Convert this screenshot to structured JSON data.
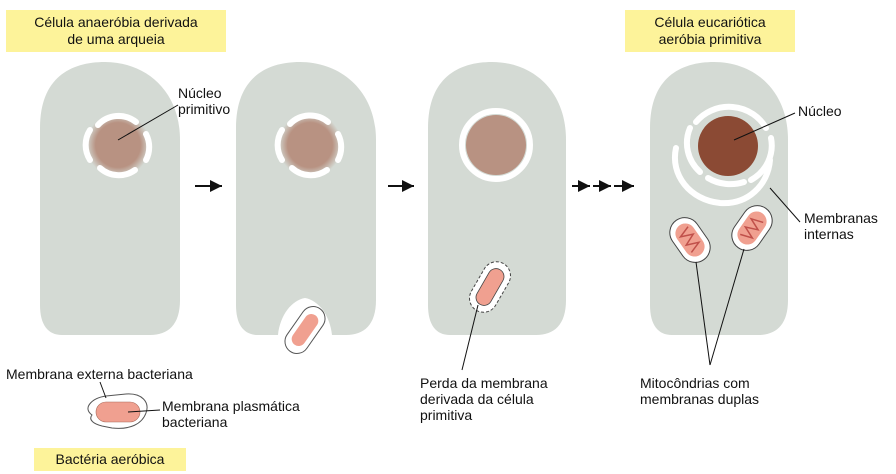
{
  "stages": {
    "start_title": [
      "Célula anaeróbia derivada",
      "de uma arqueia"
    ],
    "end_title": [
      "Célula eucariótica",
      "aeróbia primitiva"
    ],
    "bacterium_title": "Bactéria aeróbica"
  },
  "labels": {
    "nucleo_primitivo": [
      "Núcleo",
      "primitivo"
    ],
    "nucleo": "Núcleo",
    "membranas_internas": [
      "Membranas",
      "internas"
    ],
    "membrana_externa": "Membrana externa bacteriana",
    "membrana_plasmatica": [
      "Membrana plasmática",
      "bacteriana"
    ],
    "perda_membrana": [
      "Perda da membrana",
      "derivada da célula",
      "primitiva"
    ],
    "mitocondrias": [
      "Mitocôndrias com",
      "membranas duplas"
    ]
  },
  "colors": {
    "cell": "#d4dad4",
    "primitive_nucleus": "#b89282",
    "nucleus": "#8b4a34",
    "bacterium": "#f0a090",
    "highlight": "#fdf39a"
  }
}
